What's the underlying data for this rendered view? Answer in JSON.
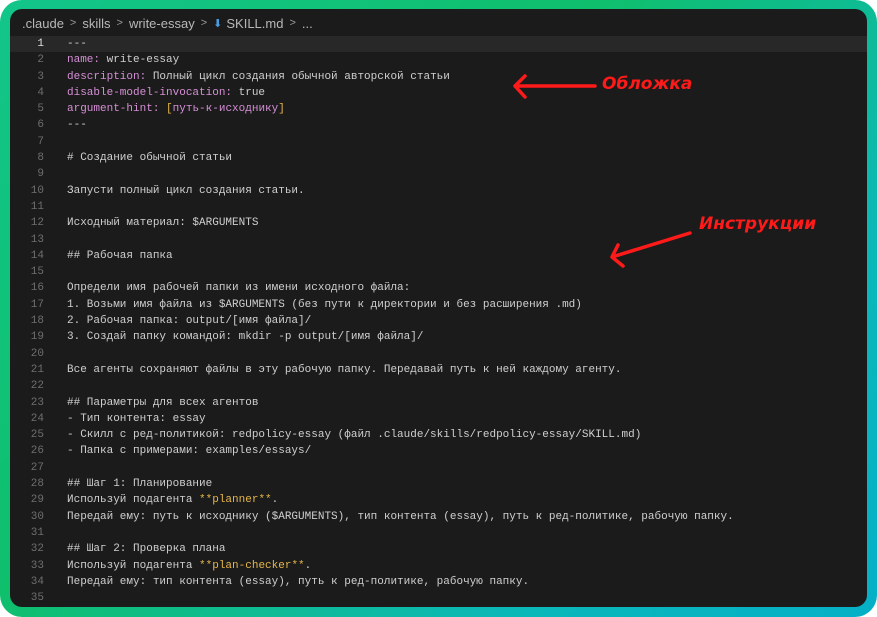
{
  "breadcrumb": [
    ".claude",
    "skills",
    "write-essay",
    "SKILL.md",
    "..."
  ],
  "lines": [
    [
      [
        "t",
        "---"
      ]
    ],
    [
      [
        "k",
        "name:"
      ],
      [
        "t",
        " write-essay"
      ]
    ],
    [
      [
        "k",
        "description:"
      ],
      [
        "t",
        " Полный цикл создания обычной авторской статьи"
      ]
    ],
    [
      [
        "k",
        "disable-model-invocation:"
      ],
      [
        "t",
        " true"
      ]
    ],
    [
      [
        "k",
        "argument-hint:"
      ],
      [
        "t",
        " "
      ],
      [
        "y",
        "["
      ],
      [
        "k",
        "путь-к-исходнику"
      ],
      [
        "y",
        "]"
      ]
    ],
    [
      [
        "t",
        "---"
      ]
    ],
    [],
    [
      [
        "t",
        "# Создание обычной статьи"
      ]
    ],
    [],
    [
      [
        "t",
        "Запусти полный цикл создания статьи."
      ]
    ],
    [],
    [
      [
        "t",
        "Исходный материал: $ARGUMENTS"
      ]
    ],
    [],
    [
      [
        "t",
        "## Рабочая папка"
      ]
    ],
    [],
    [
      [
        "t",
        "Определи имя рабочей папки из имени исходного файла:"
      ]
    ],
    [
      [
        "t",
        "1. Возьми имя файла из $ARGUMENTS (без пути к директории и без расширения .md)"
      ]
    ],
    [
      [
        "t",
        "2. Рабочая папка: output/[имя файла]/"
      ]
    ],
    [
      [
        "t",
        "3. Создай папку командой: mkdir -p output/[имя файла]/"
      ]
    ],
    [],
    [
      [
        "t",
        "Все агенты сохраняют файлы в эту рабочую папку. Передавай путь к ней каждому агенту."
      ]
    ],
    [],
    [
      [
        "t",
        "## Параметры для всех агентов"
      ]
    ],
    [
      [
        "t",
        "- Тип контента: essay"
      ]
    ],
    [
      [
        "t",
        "- Скилл с ред-политикой: redpolicy-essay (файл .claude/skills/redpolicy-essay/SKILL.md)"
      ]
    ],
    [
      [
        "t",
        "- Папка с примерами: examples/essays/"
      ]
    ],
    [],
    [
      [
        "t",
        "## Шаг 1: Планирование"
      ]
    ],
    [
      [
        "t",
        "Используй подагента "
      ],
      [
        "y",
        "**planner**"
      ],
      [
        "t",
        "."
      ]
    ],
    [
      [
        "t",
        "Передай ему: путь к исходнику ($ARGUMENTS), тип контента (essay), путь к ред-политике, рабочую папку."
      ]
    ],
    [],
    [
      [
        "t",
        "## Шаг 2: Проверка плана"
      ]
    ],
    [
      [
        "t",
        "Используй подагента "
      ],
      [
        "y",
        "**plan-checker**"
      ],
      [
        "t",
        "."
      ]
    ],
    [
      [
        "t",
        "Передай ему: тип контента (essay), путь к ред-политике, рабочую папку."
      ]
    ],
    []
  ],
  "annotations": {
    "cover": "Обложка",
    "instructions": "Инструкции"
  },
  "colors": {
    "annotation": "#ff1a1a",
    "key": "#d68fd6",
    "emphasis": "#e5b64a"
  }
}
